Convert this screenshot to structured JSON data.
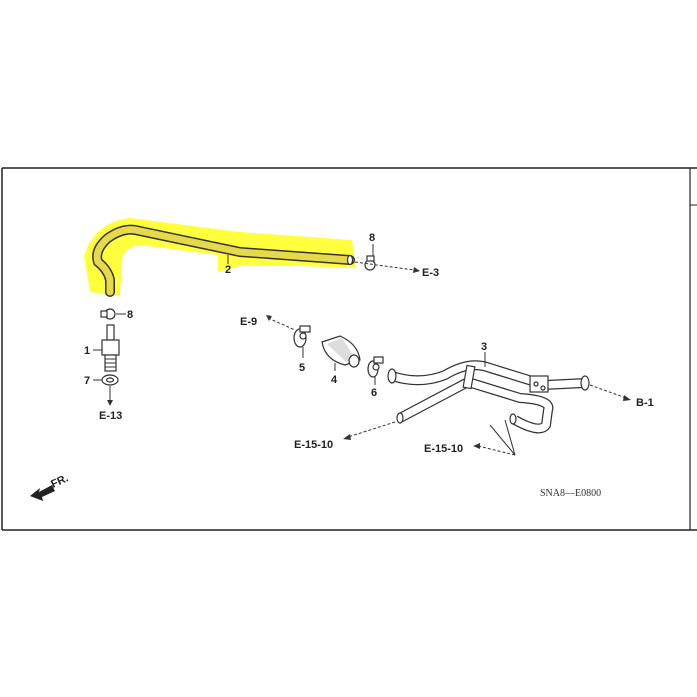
{
  "diagram": {
    "parts": {
      "p1": "1",
      "p2": "2",
      "p3": "3",
      "p4": "4",
      "p5": "5",
      "p6": "6",
      "p7": "7",
      "p8_top": "8",
      "p8_left": "8"
    },
    "references": {
      "e3": "E-3",
      "e9": "E-9",
      "e13": "E-13",
      "b1": "B-1",
      "e15_left": "E-15-10",
      "e15_right": "E-15-10"
    },
    "front_label": "FR.",
    "diagram_code": "SNA8—E0800",
    "highlight_color": "#ffff33"
  }
}
